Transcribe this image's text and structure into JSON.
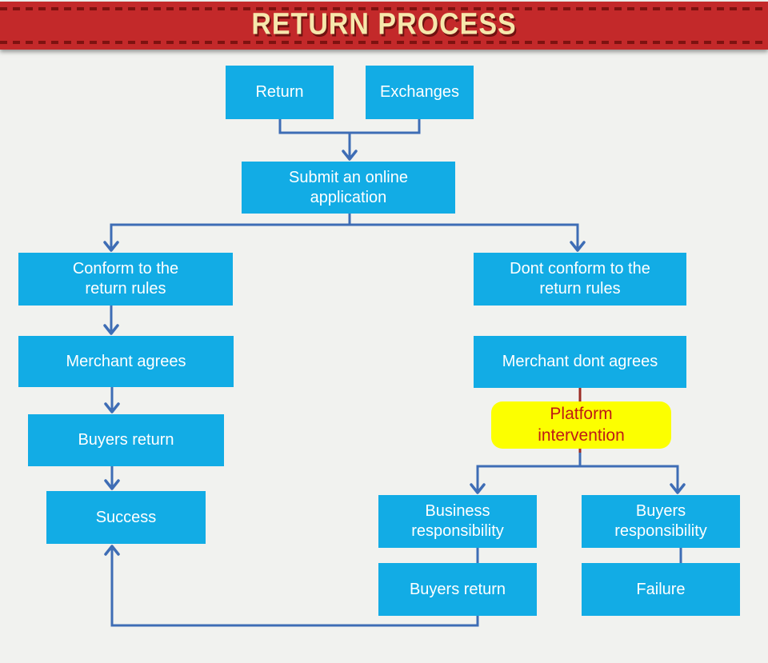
{
  "banner": {
    "title": "RETURN PROCESS",
    "bg_color": "#C3292A",
    "stitch_color": "#7E1210",
    "title_color": "#F6E7AC"
  },
  "colors": {
    "background": "#F1F2EF",
    "node_fill": "#12ACE5",
    "node_text": "#FFFFFF",
    "highlight_fill": "#FCFF00",
    "highlight_text": "#BE1A15",
    "connector_blue": "#3E6DB5",
    "connector_red": "#9B2B24"
  },
  "nodes": {
    "return": {
      "label": "Return"
    },
    "exchanges": {
      "label": "Exchanges"
    },
    "submit": {
      "label": "Submit an online\napplication"
    },
    "conform": {
      "label": "Conform to the\nreturn rules"
    },
    "dont_conform": {
      "label": "Dont conform to the\nreturn rules"
    },
    "merchant_agrees": {
      "label": "Merchant agrees"
    },
    "merchant_dont_agrees": {
      "label": "Merchant dont agrees"
    },
    "platform_intervention": {
      "label": "Platform\nintervention"
    },
    "buyers_return_left": {
      "label": "Buyers return"
    },
    "success": {
      "label": "Success"
    },
    "business_responsibility": {
      "label": "Business\nresponsibility"
    },
    "buyers_responsibility": {
      "label": "Buyers\nresponsibility"
    },
    "buyers_return_bottom": {
      "label": "Buyers return"
    },
    "failure": {
      "label": "Failure"
    }
  }
}
